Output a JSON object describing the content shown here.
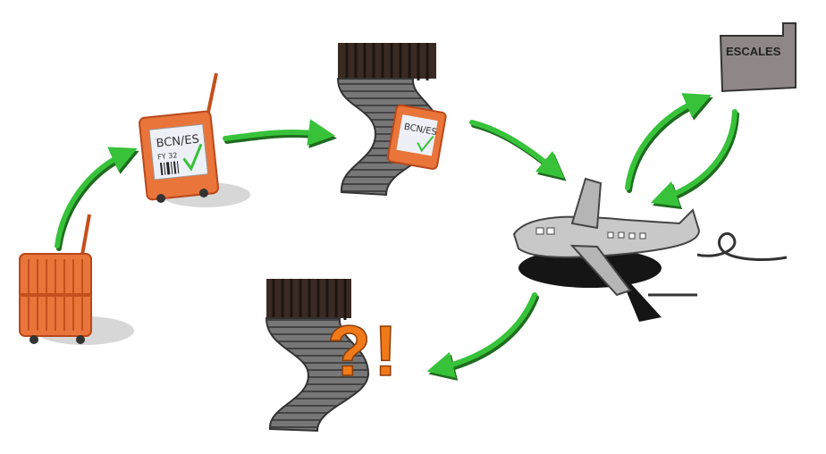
{
  "labels": {
    "tag_text": "BCN/ES",
    "tag_code": "FY 32",
    "building_sign": "ESCALES",
    "question_mark": "?",
    "exclamation_mark": "!"
  },
  "colors": {
    "arrow": "#37c23a",
    "arrow_shadow": "#1f6b1f",
    "luggage": "#e9753a",
    "luggage_dark": "#c4501d",
    "belt": "#6e6e6e",
    "belt_dark": "#3b3b3b",
    "plane": "#bdbdbd",
    "building": "#8f8787",
    "alert": "#f07a1a"
  }
}
